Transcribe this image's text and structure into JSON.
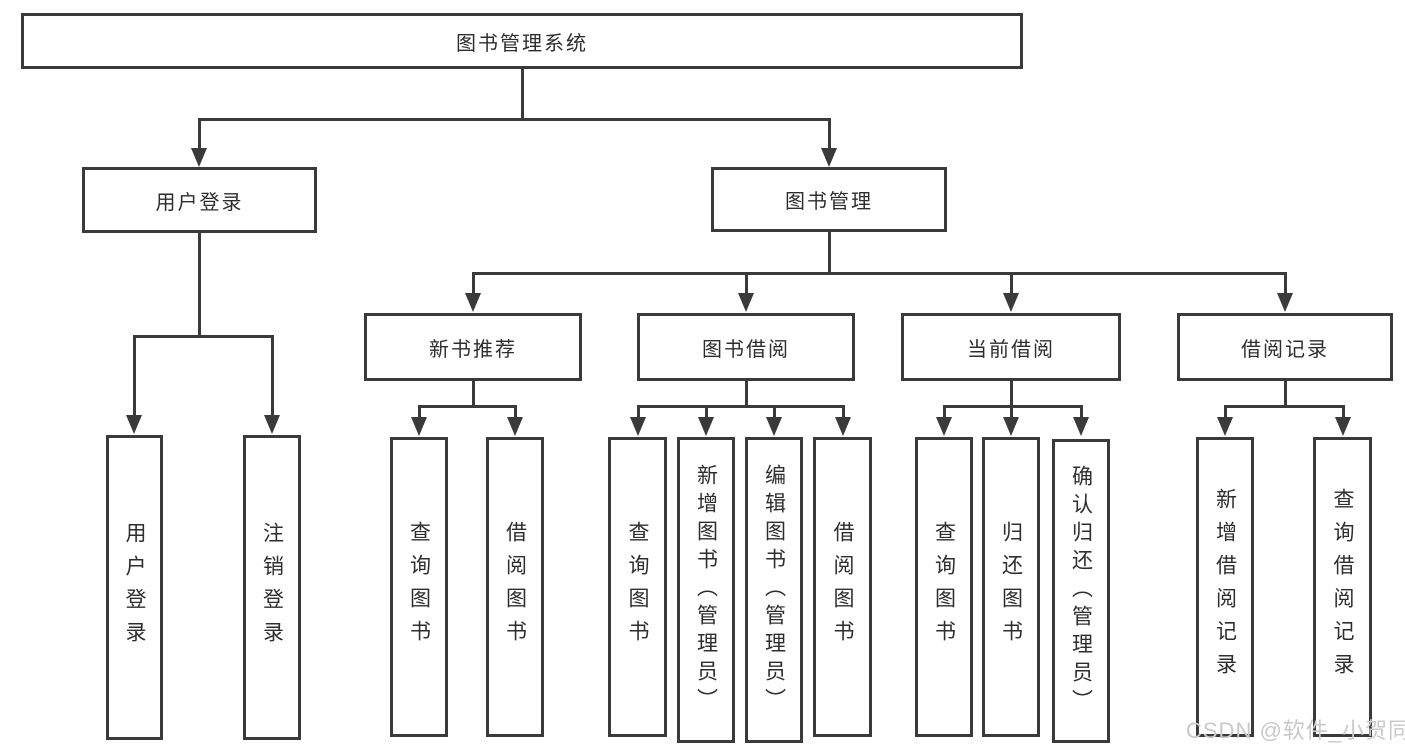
{
  "diagram_title": "图书管理系统",
  "labels": {
    "root": "图书管理系统",
    "user_login": "用户登录",
    "book_mgmt": "图书管理",
    "new_books": "新书推荐",
    "book_borrow": "图书借阅",
    "current_borrow": "当前借阅",
    "borrow_records": "借阅记录",
    "ul_user_login": "用户登录",
    "ul_logout": "注销登录",
    "nb_query_books": "查询图书",
    "nb_borrow_books": "借阅图书",
    "bb_query_books": "查询图书",
    "bb_add_books": "新增图书（管理员）",
    "bb_edit_books": "编辑图书（管理员）",
    "bb_borrow_books": "借阅图书",
    "cb_query_books": "查询图书",
    "cb_return_books": "归还图书",
    "cb_confirm_return": "确认归还（管理员）",
    "br_add_record": "新增借阅记录",
    "br_query_record": "查询借阅记录"
  },
  "watermark": "CSDN @软件_小贺同学",
  "colors": {
    "line": "#3a3a3a",
    "text": "#2e2e2e",
    "watermark": "#c9c9c9",
    "background": "#ffffff"
  }
}
